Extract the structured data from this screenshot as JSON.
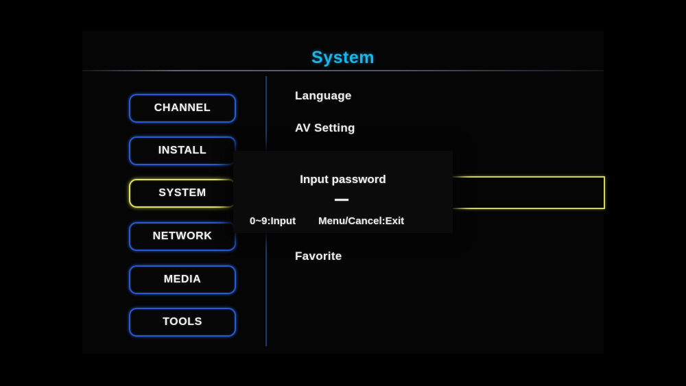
{
  "header": {
    "title": "System"
  },
  "sidebar": {
    "items": [
      {
        "label": "CHANNEL",
        "active": false
      },
      {
        "label": "INSTALL",
        "active": false
      },
      {
        "label": "SYSTEM",
        "active": true
      },
      {
        "label": "NETWORK",
        "active": false
      },
      {
        "label": "MEDIA",
        "active": false
      },
      {
        "label": "TOOLS",
        "active": false
      }
    ]
  },
  "content": {
    "items": [
      {
        "label": "Language"
      },
      {
        "label": "AV Setting"
      },
      {
        "label": "Favorite"
      }
    ]
  },
  "dialog": {
    "title": "Input password",
    "hints": {
      "input": "0~9:Input",
      "exit": "Menu/Cancel:Exit"
    }
  },
  "colors": {
    "accent_cyan": "#1db4e8",
    "button_border_blue": "#2a5ad0",
    "highlight_yellow": "#d6d655",
    "text_white": "#ececec"
  }
}
